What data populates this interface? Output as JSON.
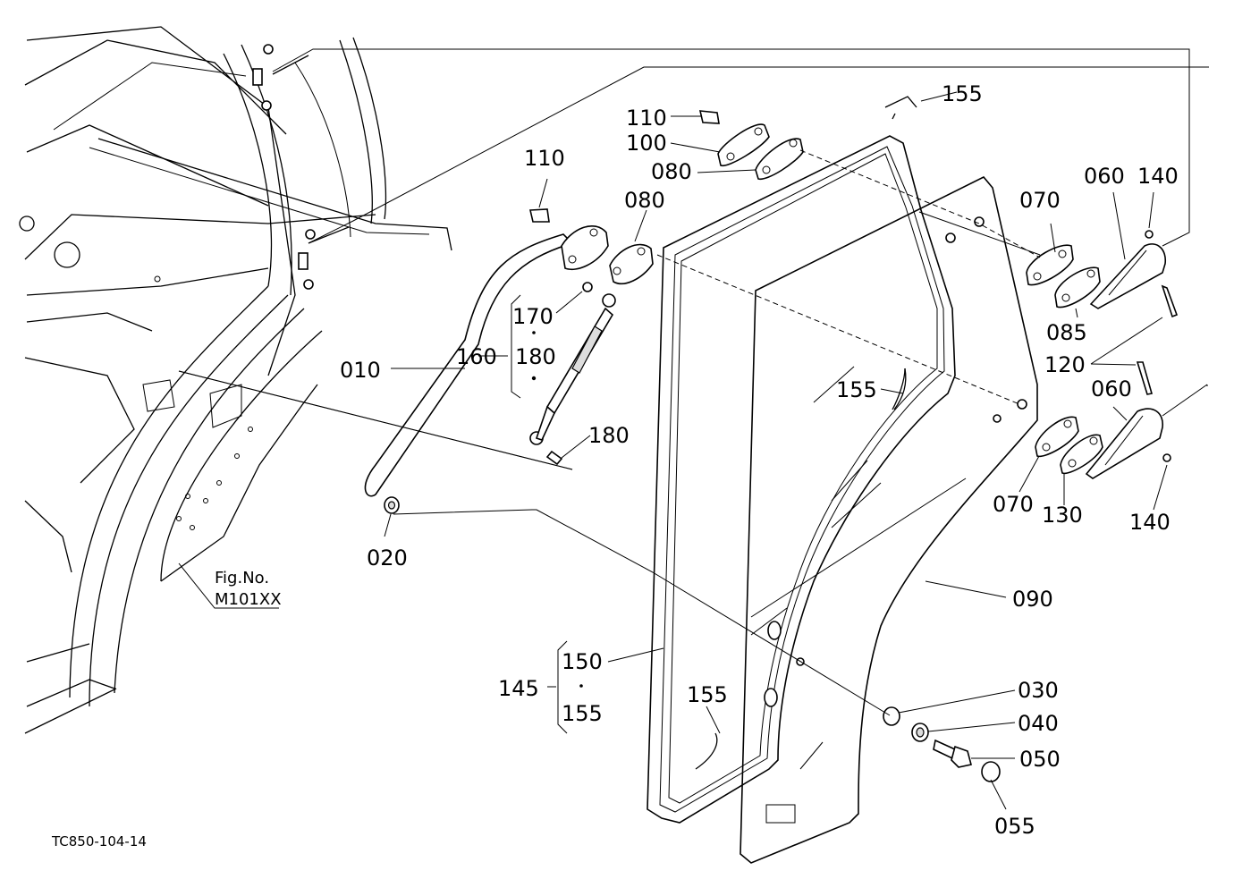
{
  "figure": {
    "fig_label": "Fig.No.",
    "fig_number": "M101XX",
    "drawing_code": "TC850-104-14"
  },
  "callouts": {
    "p010": "010",
    "p020": "020",
    "p030": "030",
    "p040": "040",
    "p050": "050",
    "p055": "055",
    "p060a": "060",
    "p060b": "060",
    "p070a": "070",
    "p070b": "070",
    "p080a": "080",
    "p080b": "080",
    "p085": "085",
    "p090": "090",
    "p100": "100",
    "p110a": "110",
    "p110b": "110",
    "p120": "120",
    "p130": "130",
    "p140a": "140",
    "p140b": "140",
    "p145": "145",
    "p150": "150",
    "p155a": "155",
    "p155b": "155",
    "p155c": "155",
    "p155d": "155",
    "p160": "160",
    "p170": "170",
    "p180a": "180",
    "p180b": "180"
  }
}
